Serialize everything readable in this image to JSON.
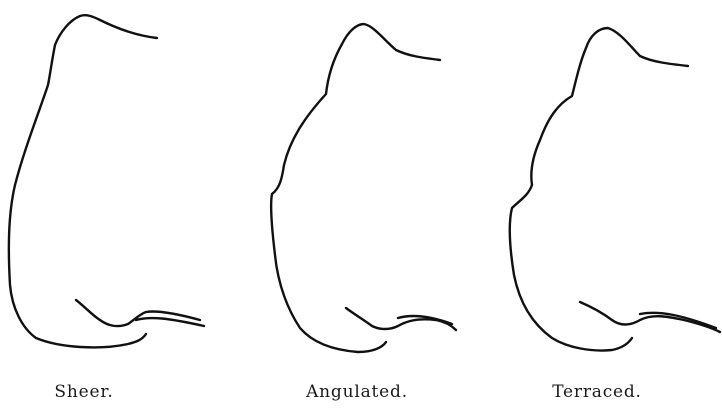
{
  "figures": [
    {
      "id": "sheer",
      "caption": "Sheer."
    },
    {
      "id": "angulated",
      "caption": "Angulated."
    },
    {
      "id": "terraced",
      "caption": "Terraced."
    }
  ]
}
